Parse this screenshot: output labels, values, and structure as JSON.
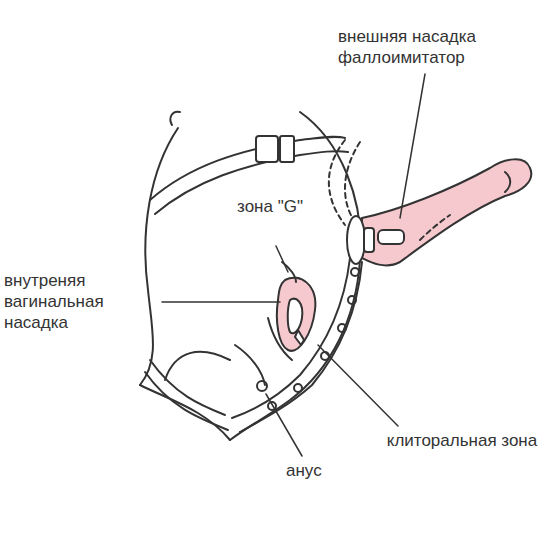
{
  "diagram": {
    "labels": [
      "внешняя насадка фаллоимитатор",
      "зона \"G\"",
      "внутреняя вагинальная насадка",
      "анус",
      "клиторальная зона"
    ]
  }
}
